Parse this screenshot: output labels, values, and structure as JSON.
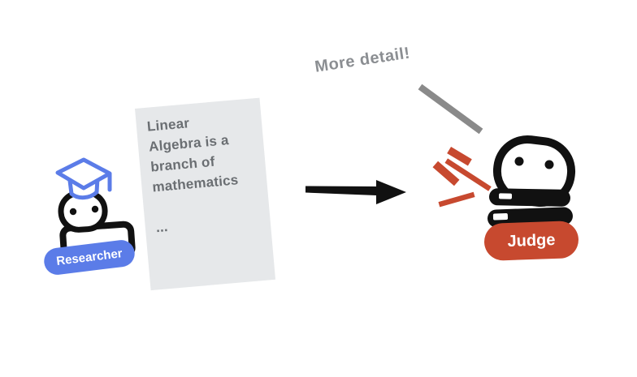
{
  "document": {
    "text": "Linear\nAlgebra is a\nbranch of\nmathematics\n\n..."
  },
  "callout": {
    "text": "More detail!"
  },
  "researcher": {
    "label": "Researcher"
  },
  "judge": {
    "label": "Judge"
  },
  "icons": {
    "cap": "graduation-cap-icon",
    "arrow": "arrow-right-icon",
    "marks": "exclamation-burst-icon",
    "pointer": "callout-pointer-line"
  },
  "colors": {
    "blue": "#5b7ce8",
    "red": "#c7492f",
    "gray-line": "#8a8a8a",
    "callout-text": "#8b8e92",
    "doc-bg": "#e6e8ea",
    "doc-text": "#6a6e72",
    "ink": "#111111"
  }
}
